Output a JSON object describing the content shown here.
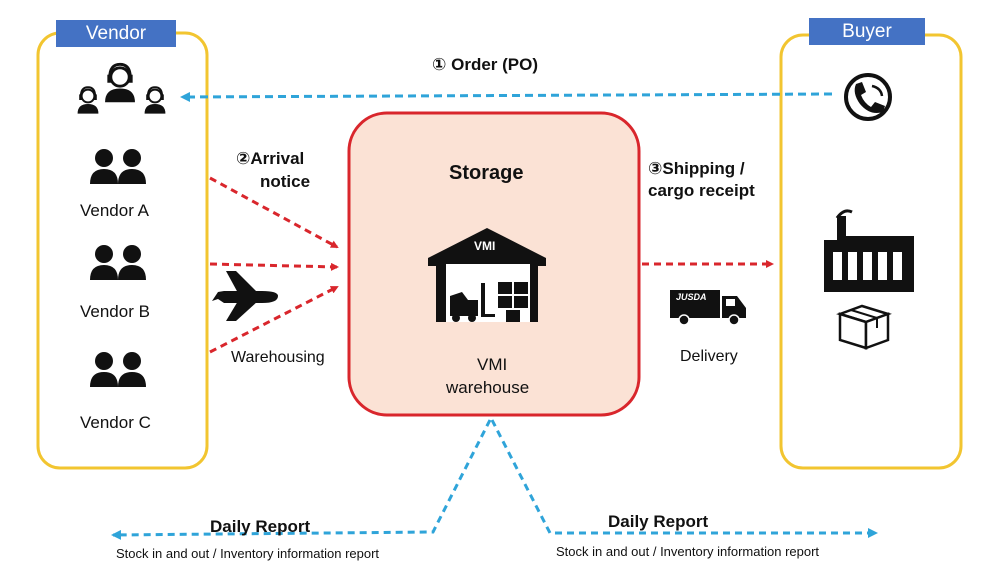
{
  "vendor_panel": {
    "title": "Vendor",
    "vendors": [
      "Vendor A",
      "Vendor B",
      "Vendor C"
    ]
  },
  "buyer_panel": {
    "title": "Buyer"
  },
  "warehouse": {
    "heading": "Storage",
    "sign": "VMI",
    "name_line1": "VMI",
    "name_line2": "warehouse"
  },
  "flows": {
    "order": "① Order (PO)",
    "arrival_line1": "②Arrival",
    "arrival_line2": "notice",
    "shipping_line1": "③Shipping /",
    "shipping_line2": "cargo receipt",
    "warehousing": "Warehousing",
    "delivery": "Delivery",
    "truck_brand": "JUSDA"
  },
  "reports": {
    "left_title": "Daily  Report",
    "left_caption": "Stock in and out / Inventory information report",
    "right_title": "Daily  Report",
    "right_caption": "Stock in and out / Inventory information report"
  },
  "colors": {
    "panel_border": "#f2c530",
    "warehouse_border": "#d9262c",
    "warehouse_fill": "#fbe2d5",
    "tag_fill": "#4472c4",
    "red_arrow": "#d9262c",
    "blue_arrow": "#2fa4d9"
  }
}
